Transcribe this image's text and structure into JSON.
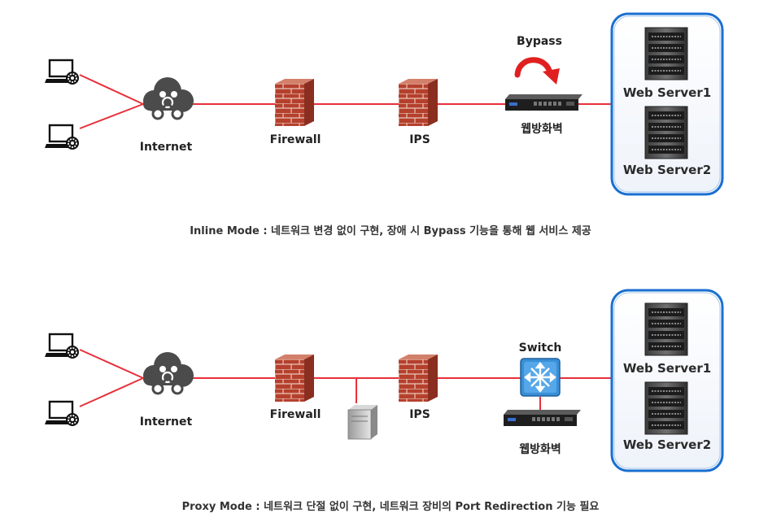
{
  "inline": {
    "internet_label": "Internet",
    "firewall_label": "Firewall",
    "ips_label": "IPS",
    "bypass_label": "Bypass",
    "waf_label": "웹방화벽",
    "server1_label": "Web Server1",
    "server2_label": "Web Server2",
    "caption": "Inline Mode : 네트워크 변경 없이 구현, 장애 시 Bypass 기능을 통해 웹 서비스 제공"
  },
  "proxy": {
    "internet_label": "Internet",
    "firewall_label": "Firewall",
    "ips_label": "IPS",
    "switch_label": "Switch",
    "waf_label": "웹방화벽",
    "server1_label": "Web Server1",
    "server2_label": "Web Server2",
    "caption": "Proxy Mode : 네트워크 단절 없이 구현, 네트워크 장비의 Port Redirection 기능 필요"
  },
  "colors": {
    "link_line": "#e8303a",
    "server_box_border": "#1a6fd1",
    "firewall_brick": "#b5402d",
    "switch_blue": "#3a8fd6",
    "bypass_arrow": "#e02020"
  }
}
